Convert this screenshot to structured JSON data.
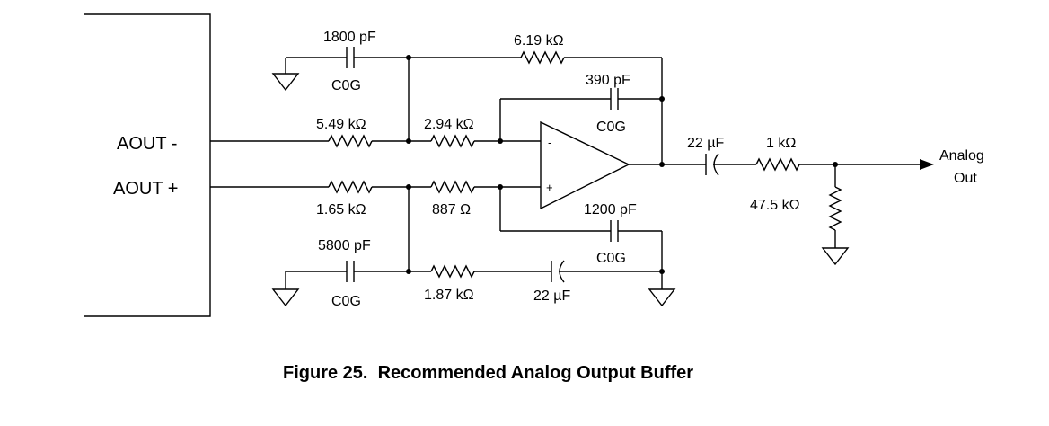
{
  "figure": {
    "caption": "Figure 25.  Recommended Analog Output Buffer"
  },
  "inputs": {
    "aout_minus": "AOUT -",
    "aout_plus": "AOUT +"
  },
  "output": {
    "line1": "Analog",
    "line2": "Out"
  },
  "opamp": {
    "inv_pin": "-",
    "noninv_pin": "+"
  },
  "components": {
    "c_1800": "1800 pF",
    "c_1800_type": "C0G",
    "r_619": "6.19 kΩ",
    "c_390": "390 pF",
    "c_390_type": "C0G",
    "r_549": "5.49 kΩ",
    "r_294": "2.94 kΩ",
    "r_165": "1.65 kΩ",
    "r_887": "887 Ω",
    "c_1200": "1200 pF",
    "c_1200_type": "C0G",
    "c_5800": "5800 pF",
    "c_5800_type": "C0G",
    "r_187": "1.87 kΩ",
    "c_22_bottom": "22 µF",
    "c_22_out": "22 µF",
    "r_1k": "1 kΩ",
    "r_475": "47.5 kΩ"
  },
  "colors": {
    "ink": "#000000",
    "background": "#ffffff"
  }
}
